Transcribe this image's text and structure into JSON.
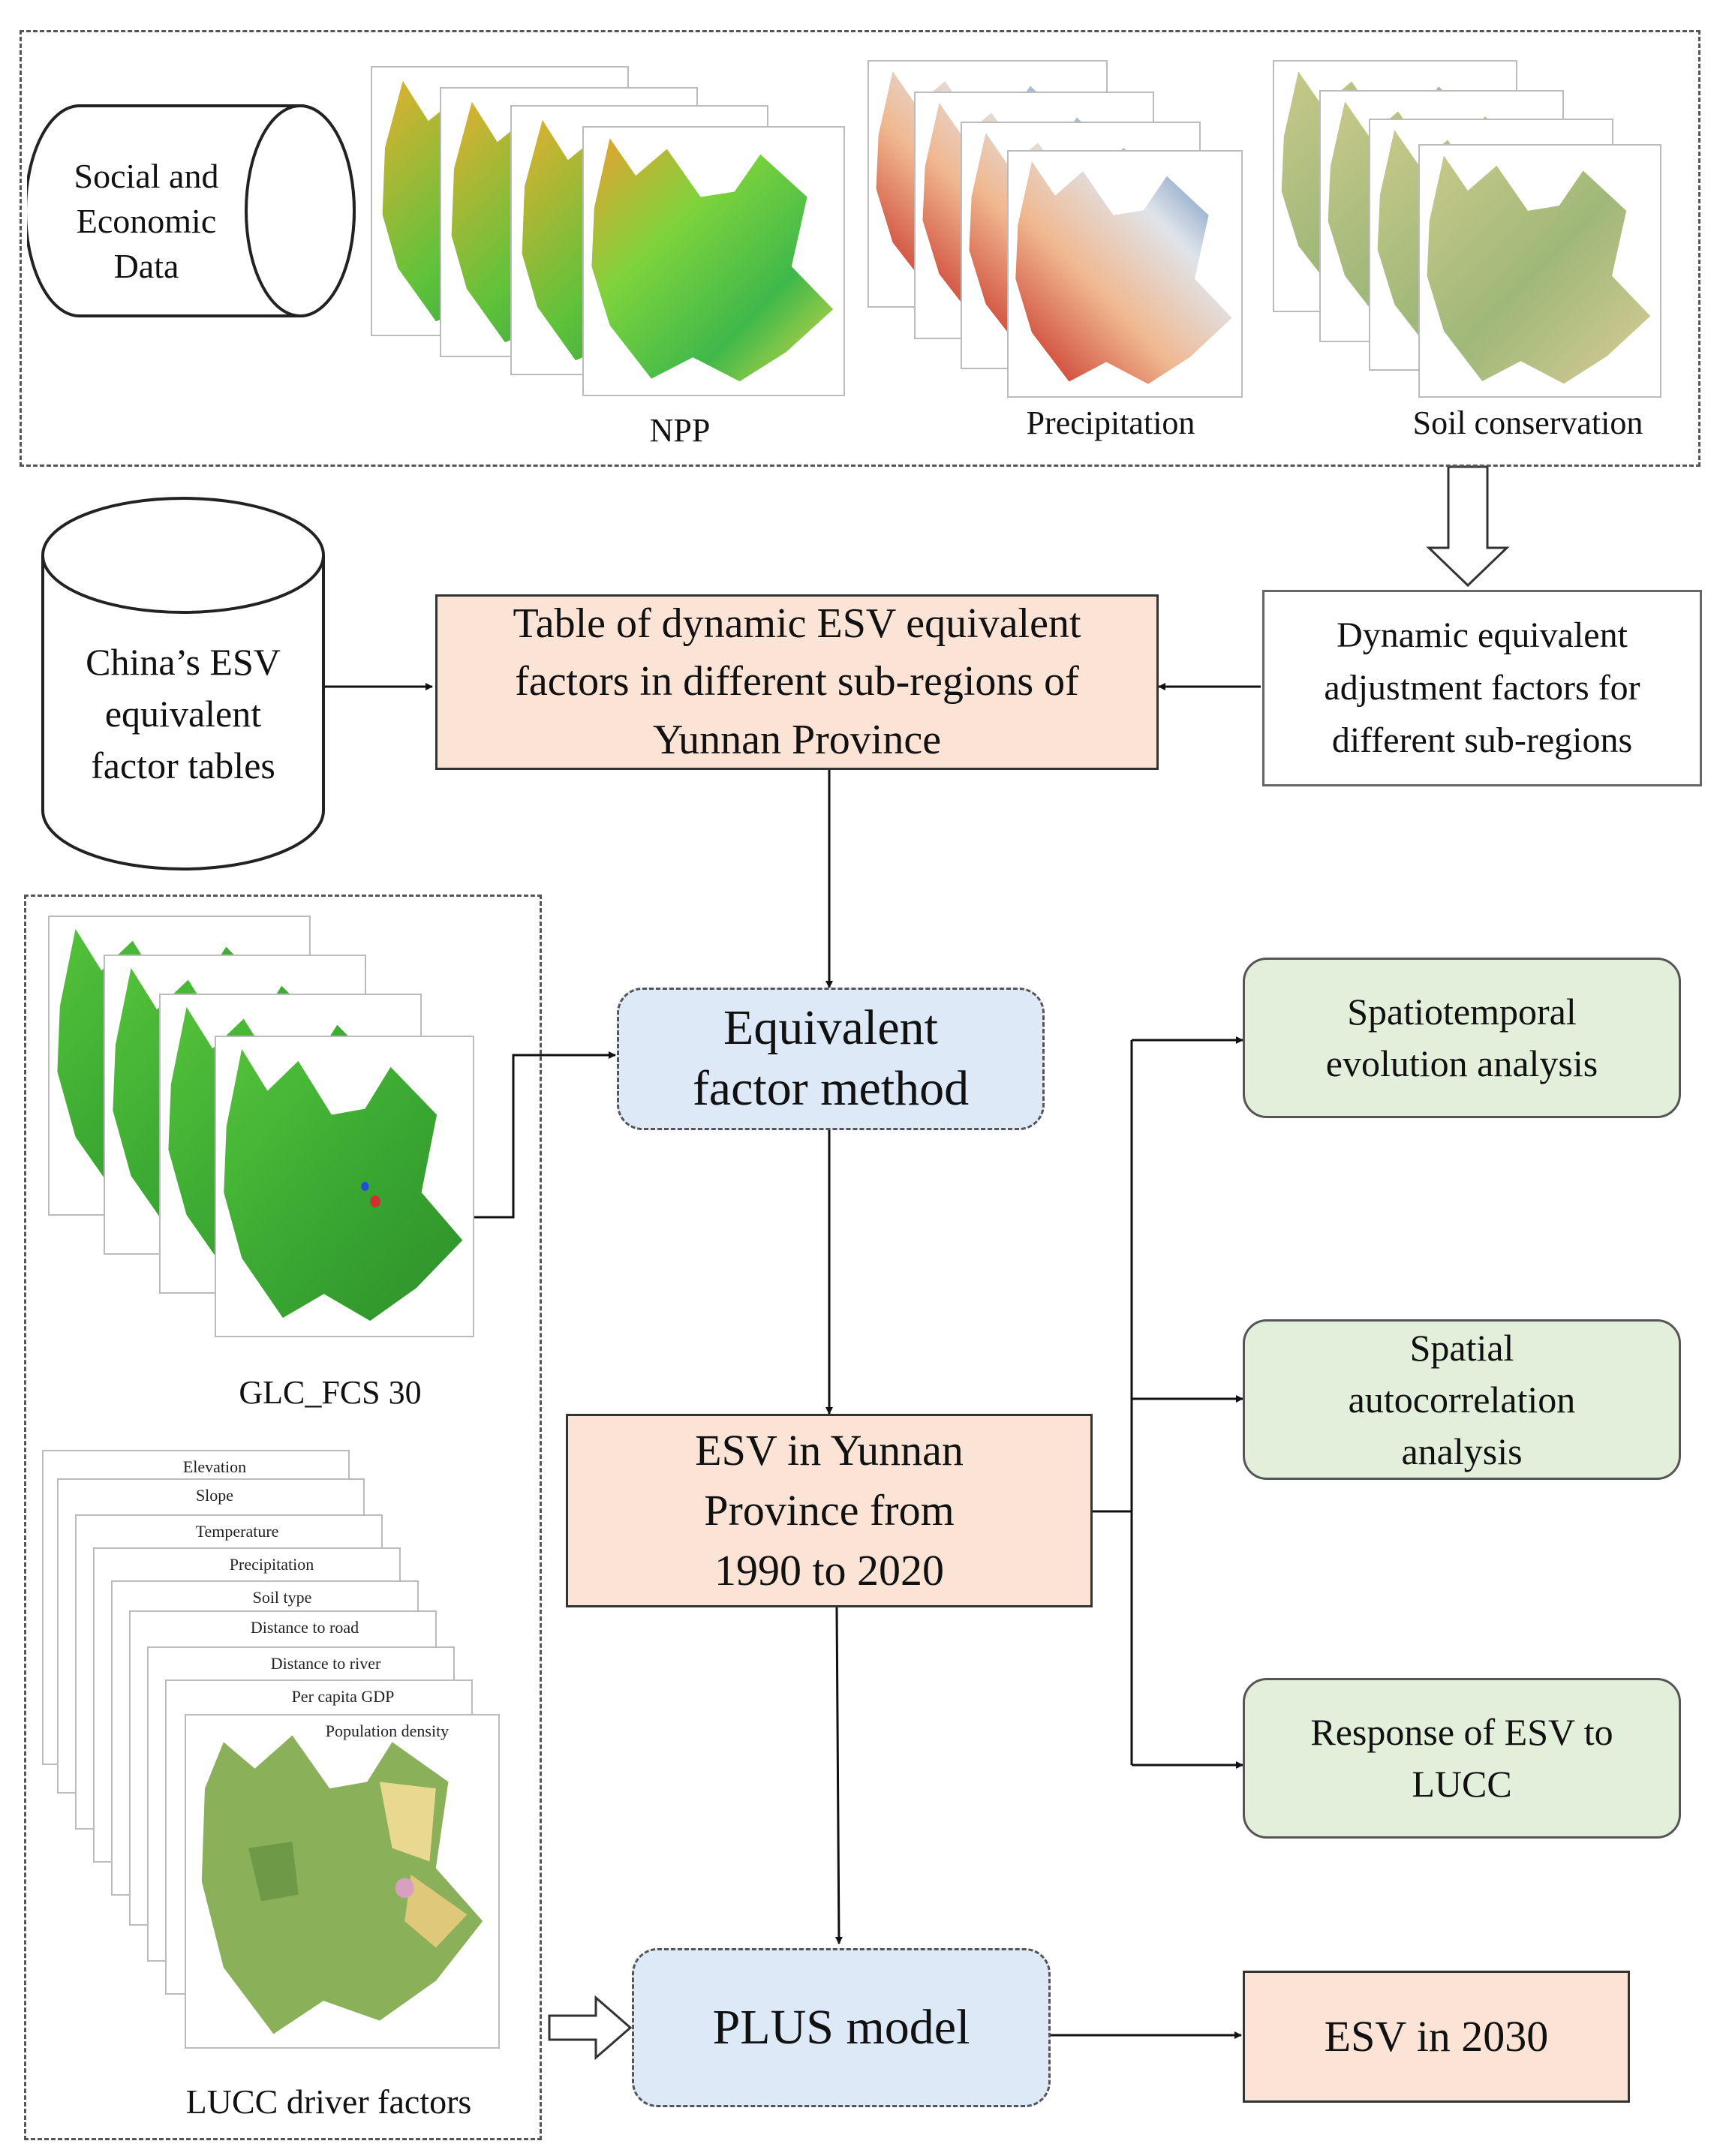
{
  "top_panel": {
    "database_label": "Social and Economic Data",
    "npp_label": "NPP",
    "precip_label": "Precipitation",
    "soil_label": "Soil conservation"
  },
  "china_db_label": "China’s ESV equivalent factor tables",
  "table_box": "Table of dynamic ESV equivalent factors in different sub-regions of Yunnan Province",
  "adjust_box": "Dynamic equivalent adjustment factors for different sub-regions",
  "left_panel": {
    "glc_label": "GLC_FCS 30",
    "lucc_label": "LUCC driver factors",
    "factors": [
      "Elevation",
      "Slope",
      "Temperature",
      "Precipitation",
      "Soil type",
      "Distance to road",
      "Distance to river",
      "Per capita GDP",
      "Population density"
    ]
  },
  "method_box": "Equivalent factor method",
  "esv_box": "ESV in Yunnan Province from 1990 to 2020",
  "outcomes": [
    "Spatiotemporal evolution analysis",
    "Spatial autocorrelation analysis",
    "Response of ESV to LUCC"
  ],
  "plus_box": "PLUS model",
  "esv2030_box": "ESV in 2030",
  "colors": {
    "orange_fill": "#fbe3d6",
    "green_fill": "#e2efda",
    "blue_fill": "#dde9f6"
  }
}
